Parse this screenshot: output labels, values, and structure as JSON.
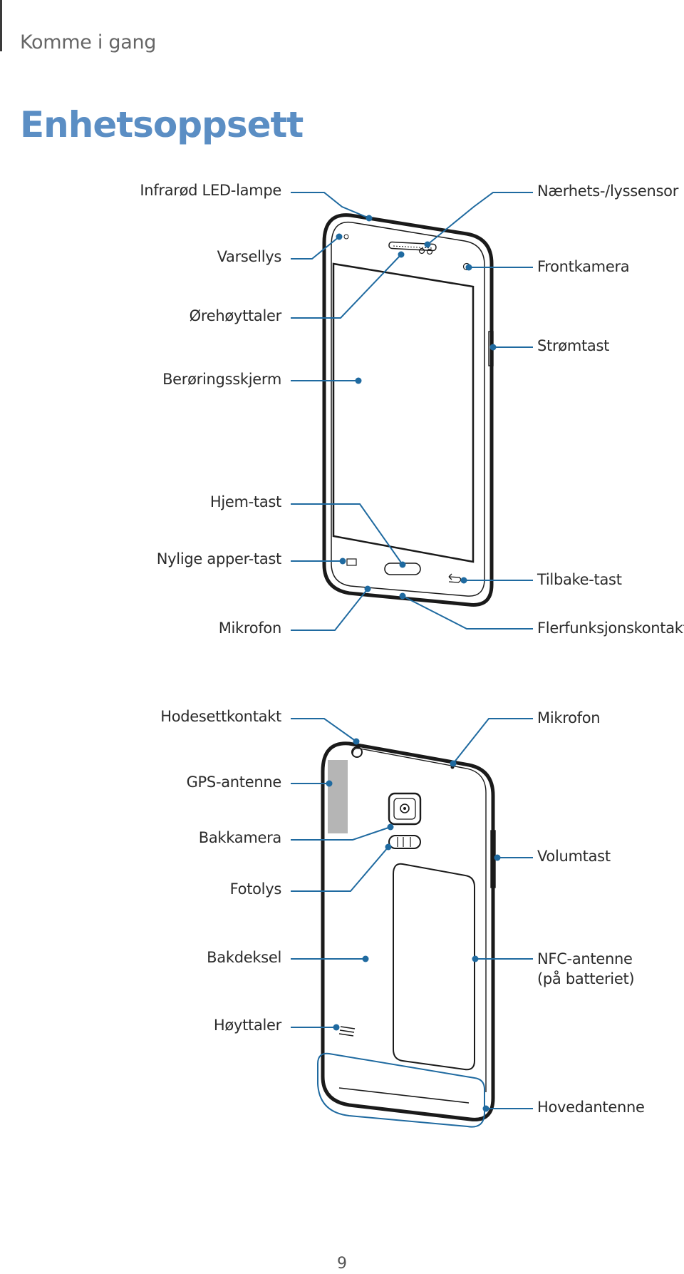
{
  "header": {
    "section": "Komme i gang"
  },
  "title": "Enhetsoppsett",
  "front": {
    "labels_left": {
      "ir_led": "Infrarød LED-lampe",
      "notification": "Varsellys",
      "earpiece": "Ørehøyttaler",
      "touchscreen": "Berøringsskjerm",
      "home": "Hjem-tast",
      "recent": "Nylige apper-tast",
      "mic": "Mikrofon"
    },
    "labels_right": {
      "proximity": "Nærhets-/lyssensor",
      "front_camera": "Frontkamera",
      "power": "Strømtast",
      "back": "Tilbake-tast",
      "multipurpose": "Flerfunksjonskontakt"
    }
  },
  "back": {
    "labels_left": {
      "headset": "Hodesettkontakt",
      "gps": "GPS-antenne",
      "rear_camera": "Bakkamera",
      "flash": "Fotolys",
      "back_cover": "Bakdeksel",
      "speaker": "Høyttaler"
    },
    "labels_right": {
      "mic": "Mikrofon",
      "volume": "Volumtast",
      "nfc_line1": "NFC-antenne",
      "nfc_line2": "(på batteriet)",
      "main_antenna": "Hovedantenne"
    }
  },
  "colors": {
    "title": "#5b8ec4",
    "callout": "#1f6aa0",
    "gps_area": "#b5b5b5"
  },
  "page_number": "9"
}
